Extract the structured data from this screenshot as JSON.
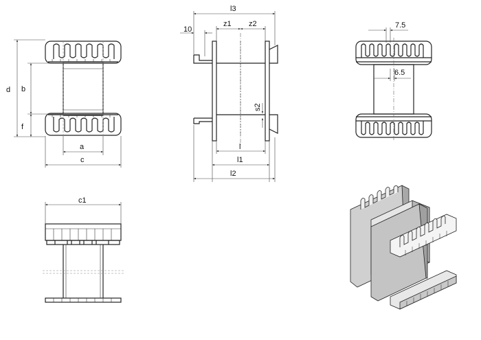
{
  "labels": {
    "a": "a",
    "b": "b",
    "c": "c",
    "c1": "c1",
    "d": "d",
    "f": "f",
    "l": "l",
    "l1": "l1",
    "l2": "l2",
    "l3": "l3",
    "z1": "z1",
    "z2": "z2",
    "s2": "s2",
    "ten": "10",
    "seven_five": "7.5",
    "six_five": "6.5"
  },
  "colors": {
    "line": "#222222",
    "light_face": "#f0f0f0",
    "mid_face": "#d0d0d0",
    "dark_face": "#a8a8a8"
  }
}
